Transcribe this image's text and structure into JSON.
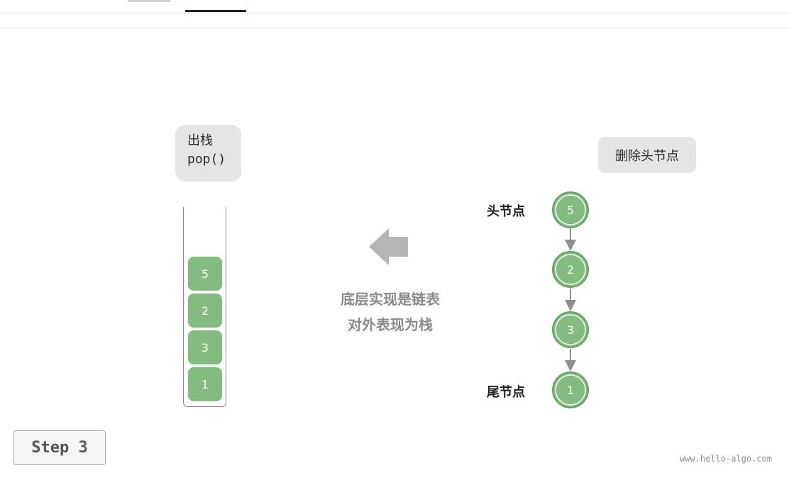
{
  "stack_panel": {
    "op_title": "出栈",
    "op_code": "pop()",
    "items": [
      "5",
      "2",
      "3",
      "1"
    ]
  },
  "middle": {
    "line1": "底层实现是链表",
    "line2": "对外表现为栈"
  },
  "linked_list": {
    "op_label": "删除头节点",
    "head_label": "头节点",
    "tail_label": "尾节点",
    "nodes": [
      "5",
      "2",
      "3",
      "1"
    ]
  },
  "step_label": "Step 3",
  "footer_url": "www.hello-algo.com",
  "colors": {
    "node_fill": "#82bc7f",
    "node_ring": "#67a064",
    "arrow": "#8f8f8f",
    "muted_text": "#8a8a8a",
    "panel_bg": "#e5e5e5"
  }
}
